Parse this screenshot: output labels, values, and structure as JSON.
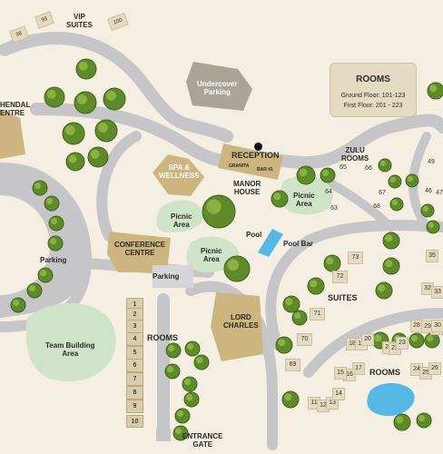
{
  "colors": {
    "ground": "#f4efe2",
    "road": "#c3c3c5",
    "building": "#cdb57f",
    "building_dark": "#a9a496",
    "green": "#cfe3c8",
    "water": "#55b8e6",
    "tree": "#5f8a2a"
  },
  "labels": {
    "vip_suites": "VIP\nSUITES",
    "hendal_centre": "HENDAL\nENTRE",
    "undercover_parking": "Undercover\nParking",
    "spa_wellness": "SPA &\nWELLNESS",
    "reception": "RECEPTION",
    "granita": "GRANITA",
    "bar41": "BAR 41",
    "manor_house": "MANOR\nHOUSE",
    "zulu_rooms": "ZULU\nROOMS",
    "picnic_area_1": "Picnic\nArea",
    "picnic_area_2": "Picnic\nArea",
    "picnic_area_3": "Picnic\nArea",
    "pool": "Pool",
    "pool_bar": "Pool Bar",
    "parking_left": "Parking",
    "conference_centre": "CONFERENCE\nCENTRE",
    "parking_center": "Parking",
    "team_building_area": "Team Building\nArea",
    "rooms_left": "ROOMS",
    "lord_charles": "LORD\nCHARLES",
    "suites": "SUITES",
    "rooms_bottom_right": "ROOMS",
    "entrance_gate": "ENTRANCE\nGATE"
  },
  "legend": {
    "title": "ROOMS",
    "ground_floor": "Ground Floor: 101-123",
    "first_floor": "First Floor: 201 - 223"
  },
  "vip_numbers": [
    "98",
    "99",
    "100"
  ],
  "zulu_numbers": [
    "65",
    "66",
    "64",
    "63",
    "67",
    "68",
    "49",
    "46",
    "47"
  ],
  "suite_numbers": [
    "73",
    "72",
    "71",
    "70",
    "69",
    "35",
    "32",
    "33",
    "30"
  ],
  "left_room_numbers": [
    "1",
    "2",
    "3",
    "4",
    "5",
    "6",
    "7",
    "8",
    "9",
    "10"
  ],
  "bottom_right_numbers": [
    "18",
    "19",
    "20",
    "21",
    "22",
    "23",
    "28",
    "29",
    "30",
    "17",
    "16",
    "15",
    "24",
    "25",
    "26",
    "11",
    "12",
    "13",
    "14"
  ]
}
